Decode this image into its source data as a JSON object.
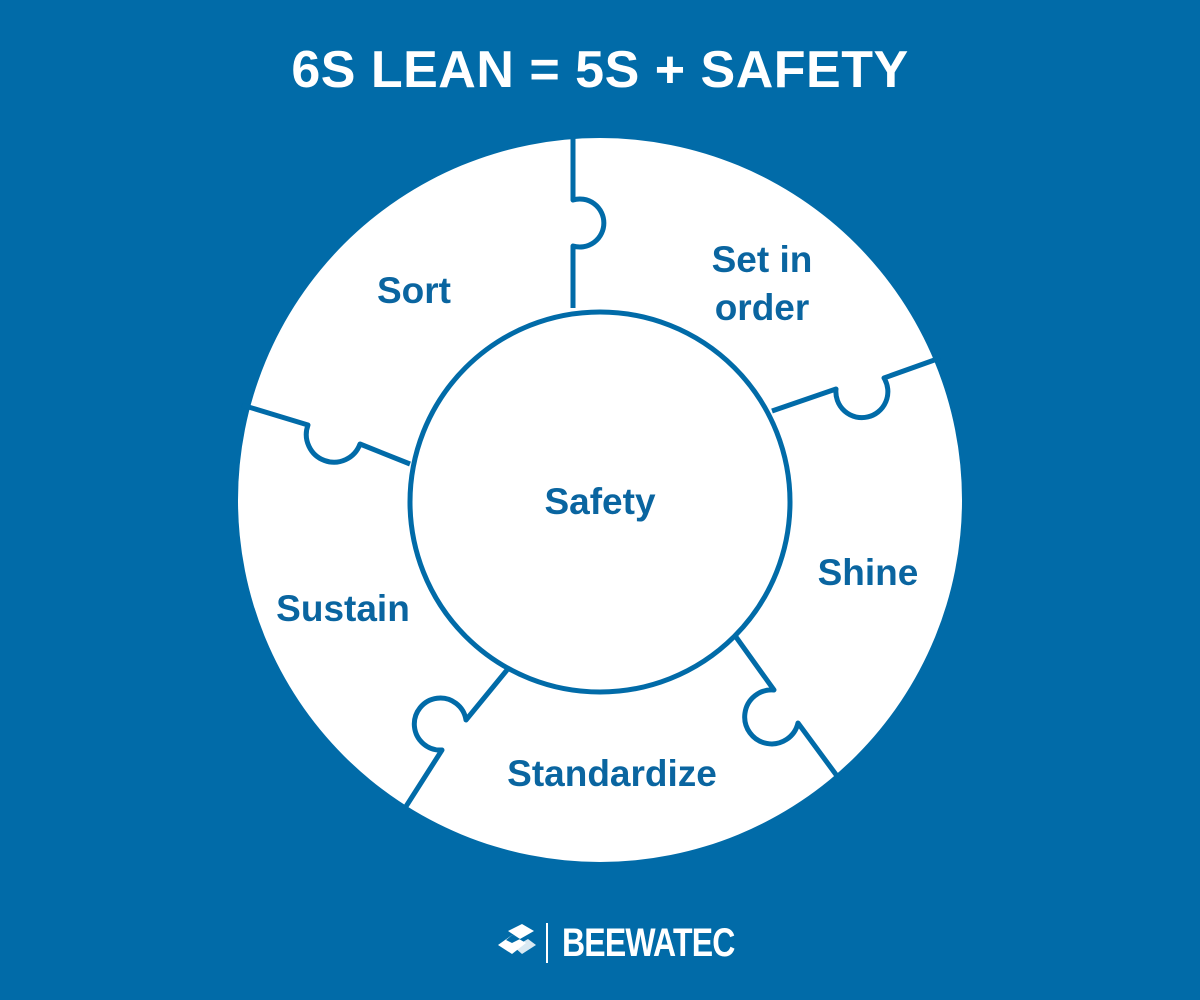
{
  "title": "6S LEAN = 5S + SAFETY",
  "diagram": {
    "center_label": "Safety",
    "segments": [
      {
        "label_lines": [
          "Sort"
        ]
      },
      {
        "label_lines": [
          "Set in",
          "order"
        ]
      },
      {
        "label_lines": [
          "Shine"
        ]
      },
      {
        "label_lines": [
          "Standardize"
        ]
      },
      {
        "label_lines": [
          "Sustain"
        ]
      }
    ]
  },
  "logo": {
    "text": "BEEWATEC"
  },
  "colors": {
    "background": "#016ba8",
    "ring": "#ffffff",
    "label": "#0a65a0",
    "title": "#ffffff"
  }
}
